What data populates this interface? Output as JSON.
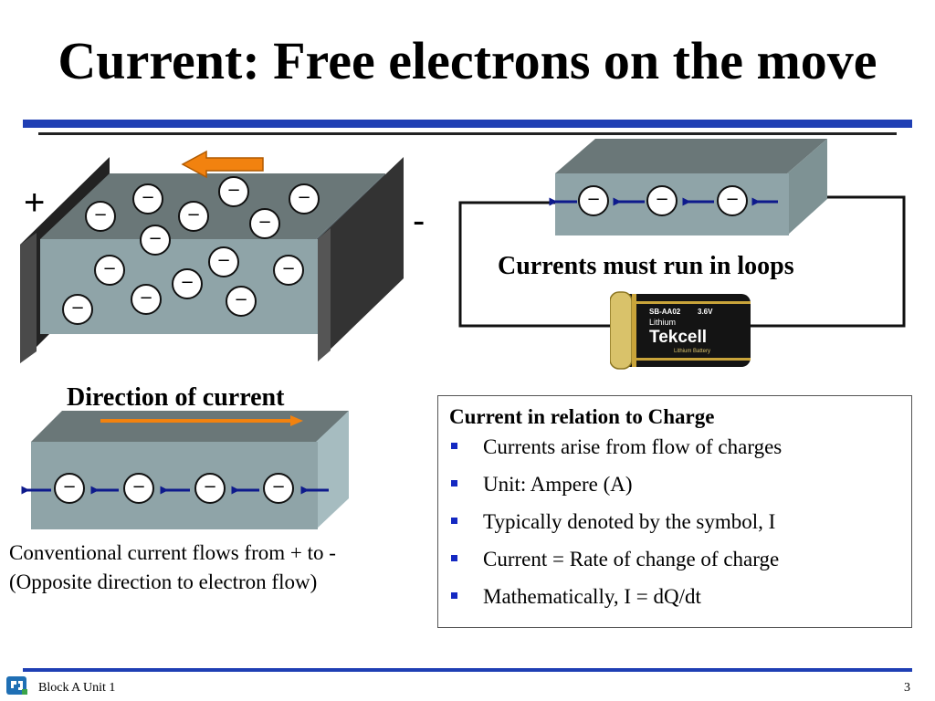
{
  "slide": {
    "title": "Current: Free electrons on the move",
    "page_number": "3"
  },
  "figure_left": {
    "plus_sign": "+",
    "minus_sign": "-",
    "electron_symbol": "−"
  },
  "figure_loop": {
    "caption": "Currents must run in loops"
  },
  "battery": {
    "model": "SB-AA02",
    "voltage": "3.6V",
    "type": "Lithium",
    "brand": "Tekcell",
    "subtitle": "Lithium Battery"
  },
  "figure_direction": {
    "caption": "Direction of current",
    "note_line1": "Conventional current flows from + to -",
    "note_line2": "(Opposite direction to electron flow)"
  },
  "info_box": {
    "title": "Current in relation to Charge",
    "bullets": [
      "Currents arise from flow of charges",
      "Unit: Ampere (A)",
      "Typically denoted by the symbol, I",
      "Current = Rate of change of charge",
      "Mathematically, I = dQ/dt"
    ]
  },
  "footer": {
    "text": "Block A Unit 1"
  },
  "colors": {
    "accent_blue": "#1f3fb4",
    "bullet_blue": "#1429c2",
    "arrow_navy": "#0e1a8c",
    "arrow_orange": "#f2820f",
    "conductor_front": "#8fa4a8",
    "conductor_top": "#6a7778",
    "plate_dark": "#3a3a3a"
  }
}
